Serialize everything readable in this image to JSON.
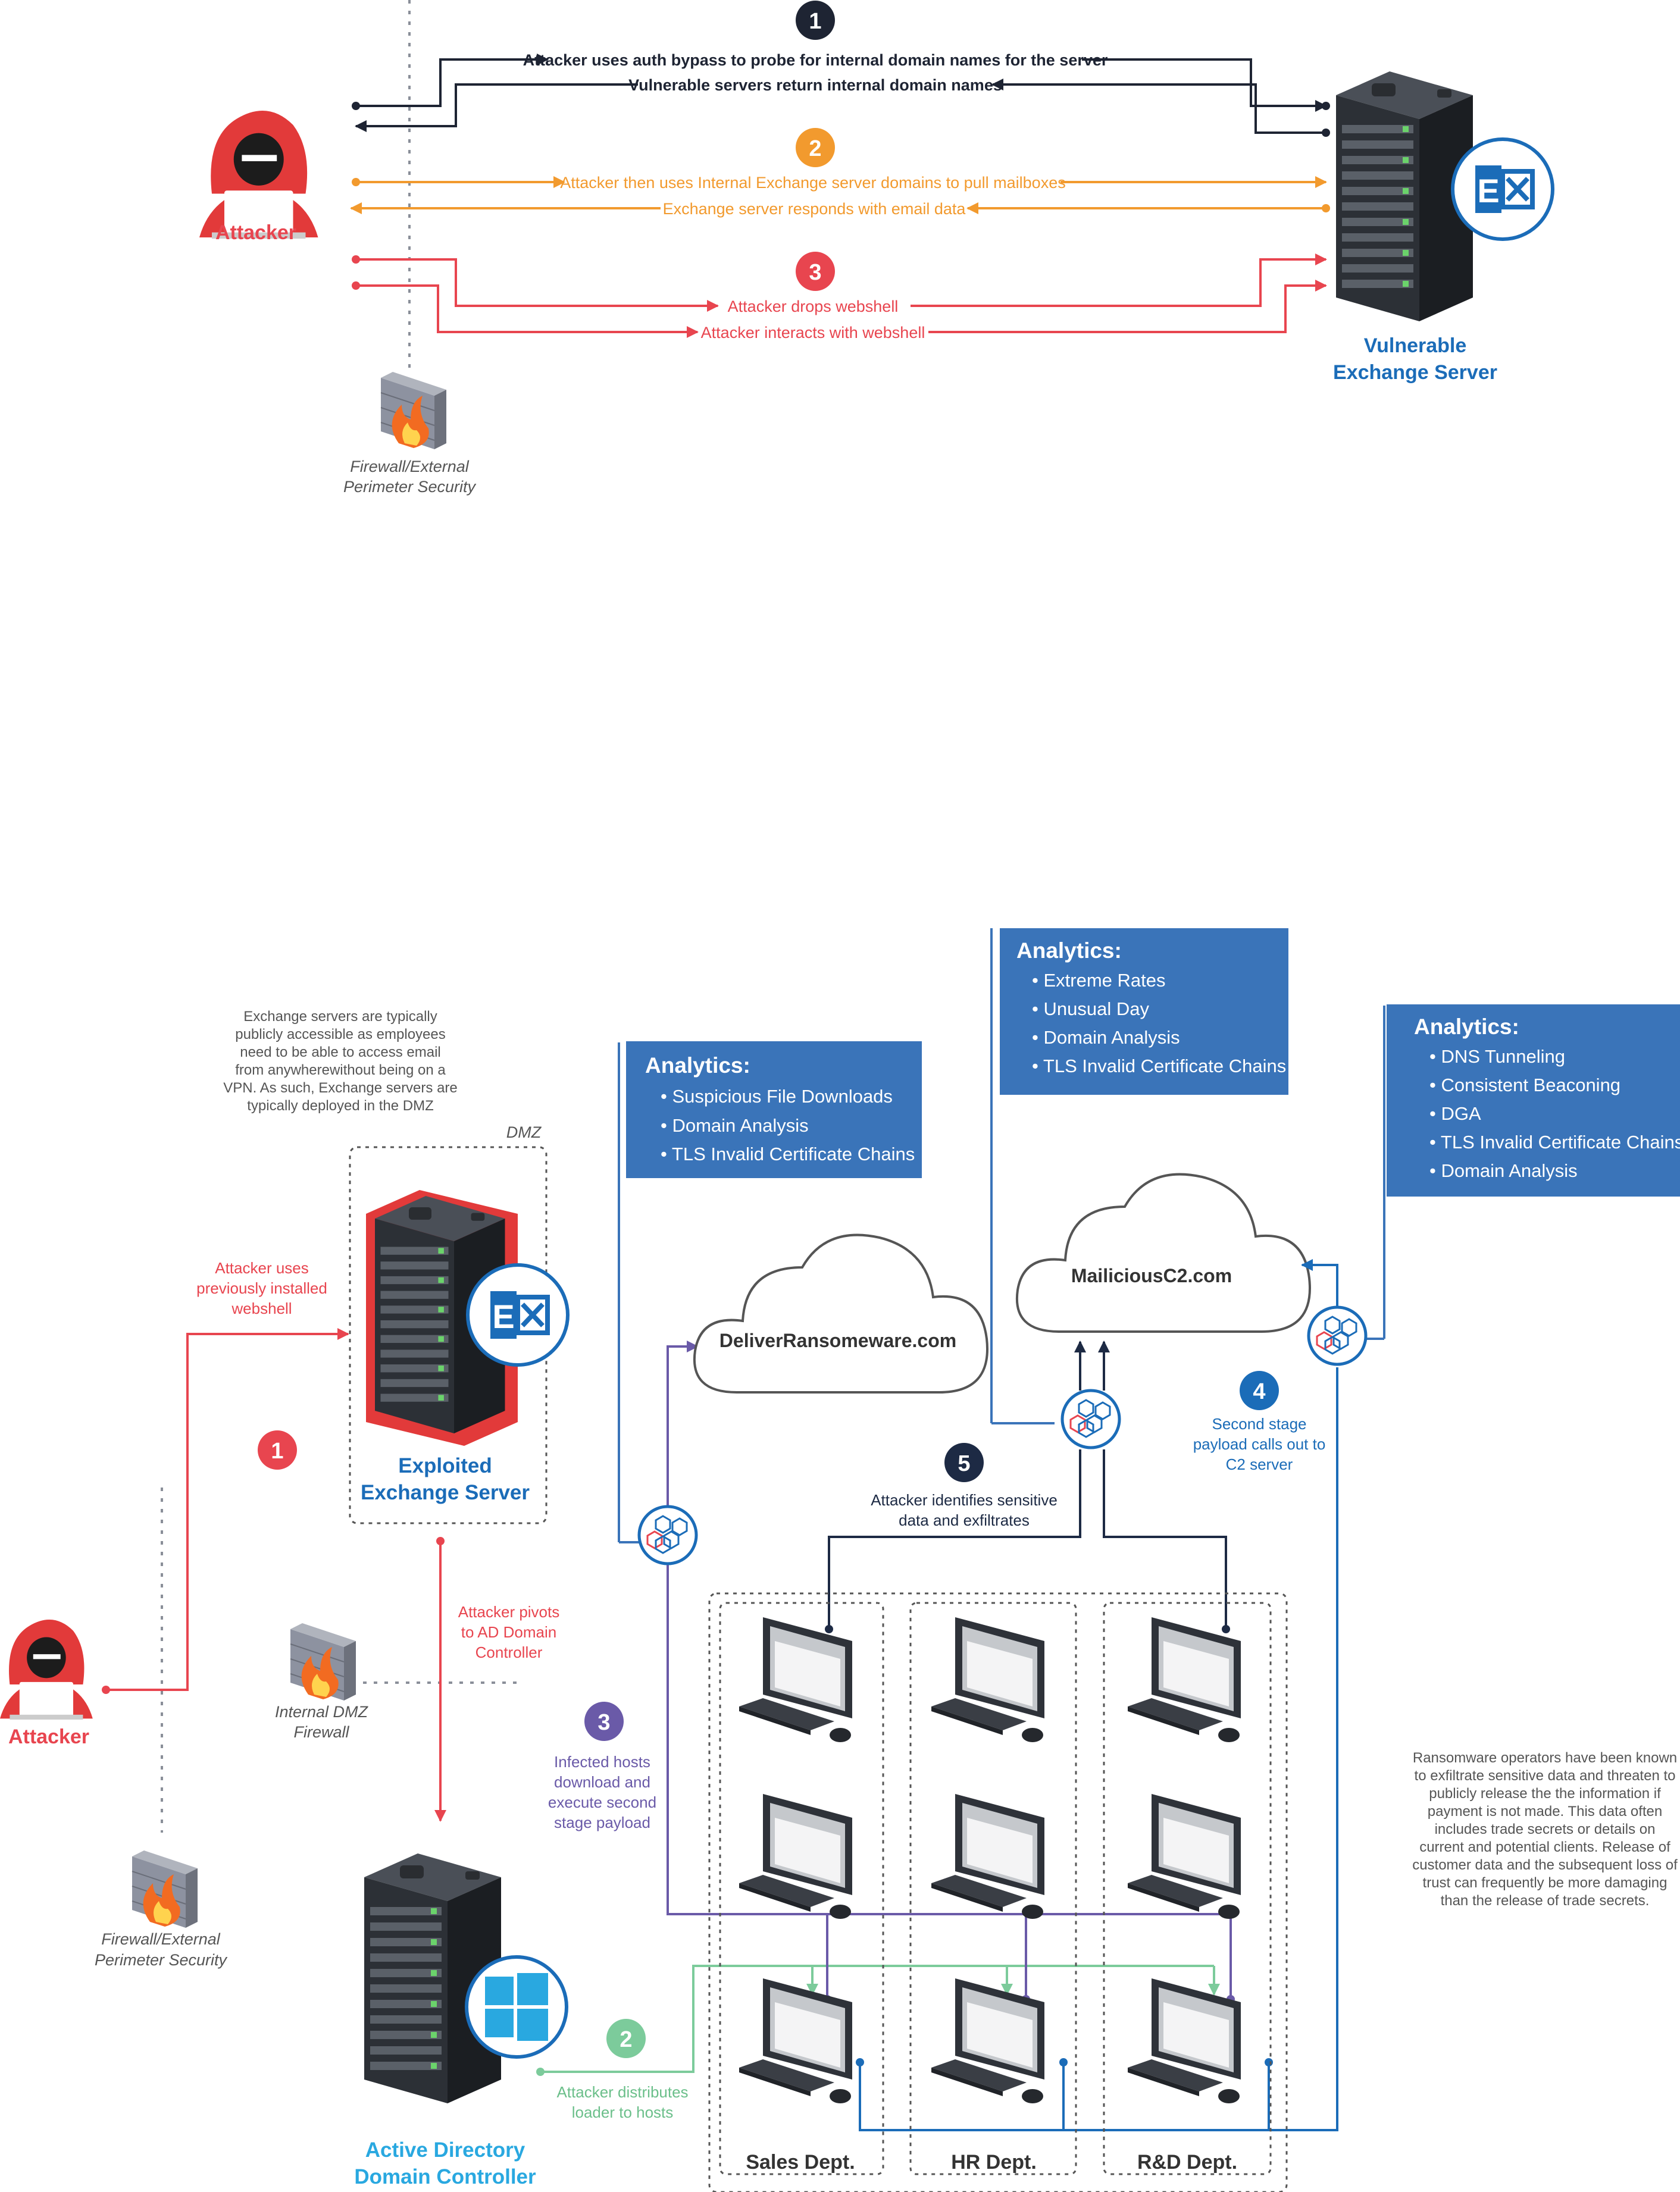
{
  "colors": {
    "dark": "#1e2433",
    "orange": "#f29a2e",
    "red": "#e8454f",
    "blue": "#1b6cb8",
    "purple": "#6a5aa8",
    "green": "#7ccb9b",
    "analytics_bg": "#3a74b9",
    "navy": "#1d2a44"
  },
  "top": {
    "step1": {
      "number": "1",
      "request": "Attacker uses auth bypass to probe for internal domain names for the server",
      "response": "Vulnerable servers return internal domain names"
    },
    "step2": {
      "number": "2",
      "request": "Attacker then uses Internal Exchange server domains to pull mailboxes",
      "response": "Exchange server responds with email data"
    },
    "step3": {
      "number": "3",
      "request": "Attacker drops webshell",
      "response": "Attacker interacts with webshell"
    },
    "attacker_label": "Attacker",
    "server_label": [
      "Vulnerable",
      "Exchange Server"
    ],
    "firewall_label": [
      "Firewall/External",
      "Perimeter Security"
    ]
  },
  "bottom": {
    "dmz_note": [
      "Exchange servers are typically",
      "publicly accessible as employees",
      "need to be able to access email",
      "from anywherewithout being on a",
      "VPN. As such, Exchange servers are",
      "typically deployed in the DMZ"
    ],
    "dmz_label": "DMZ",
    "webshell_note": [
      "Attacker uses",
      "previously installed",
      "webshell"
    ],
    "exploited_label": [
      "Exploited",
      "Exchange Server"
    ],
    "attacker_label": "Attacker",
    "internal_fw_label": [
      "Internal DMZ",
      "Firewall"
    ],
    "external_fw_label": [
      "Firewall/External",
      "Perimeter Security"
    ],
    "pivot_note": [
      "Attacker pivots",
      "to AD Domain",
      "Controller"
    ],
    "ad_label": [
      "Active Directory",
      "Domain Controller"
    ],
    "step1": {
      "number": "1"
    },
    "step2": {
      "number": "2",
      "text": [
        "Attacker distributes",
        "loader to hosts"
      ]
    },
    "step3": {
      "number": "3",
      "text": [
        "Infected hosts",
        "download and",
        "execute second",
        "stage payload"
      ]
    },
    "step4": {
      "number": "4",
      "text": [
        "Second stage",
        "payload calls out to",
        "C2 server"
      ]
    },
    "step5": {
      "number": "5",
      "text": [
        "Attacker identifies sensitive",
        "data and exfiltrates"
      ]
    },
    "analytics1": {
      "title": "Analytics:",
      "items": [
        "• Suspicious File Downloads",
        "• Domain Analysis",
        "• TLS Invalid Certificate Chains"
      ]
    },
    "analytics2": {
      "title": "Analytics:",
      "items": [
        "• Extreme Rates",
        "• Unusual Day",
        "• Domain Analysis",
        "• TLS Invalid Certificate Chains"
      ]
    },
    "analytics3": {
      "title": "Analytics:",
      "items": [
        "• DNS Tunneling",
        "• Consistent Beaconing",
        "• DGA",
        "• TLS Invalid Certificate Chains",
        "• Domain Analysis"
      ]
    },
    "cloud1": "DeliverRansomeware.com",
    "cloud2": "MailiciousC2.com",
    "departments": [
      "Sales Dept.",
      "HR Dept.",
      "R&D Dept."
    ],
    "ransom_note": [
      "Ransomware operators have been known",
      "to exfiltrate sensitive data and threaten to",
      "publicly release the the information if",
      "payment is not made. This data often",
      "includes trade secrets or details on",
      "current and potential clients. Release of",
      "customer data and the subsequent loss of",
      "trust can frequently be more damaging",
      "than the release of trade secrets."
    ]
  }
}
